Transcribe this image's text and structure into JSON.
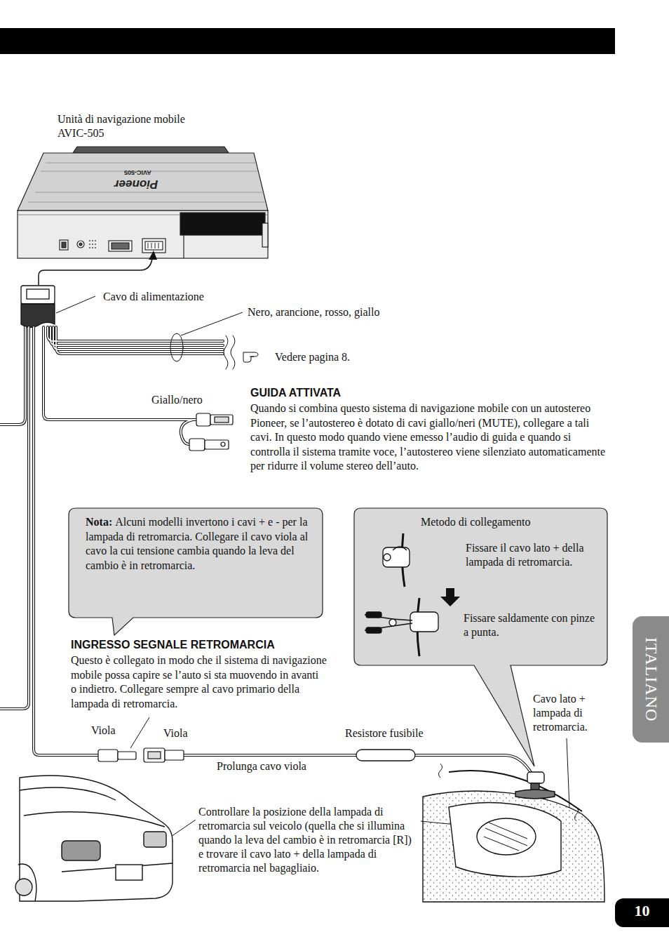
{
  "diagram": {
    "nodes": [
      {
        "text": [
          "Nota:",
          "Alcuni modelli invertono i cavi + e - per la lampada di retromarcia. Collegare il cavo viola al cavo la cui tensione cambia quando la leva del cambio è in retromarcia."
        ]
      },
      {
        "text": [
          "Metodo di collegamento",
          "Fissare il cavo lato + della lampada di retromarcia.",
          "Fissare saldamente con pinze a punta."
        ]
      },
      {
        "text": [
          "ITALIANO"
        ]
      },
      {
        "text": [
          "10"
        ]
      }
    ],
    "labels": [
      "Unità di navigazione mobile AVIC-505",
      "Pioneer",
      "AVIC-505",
      "Cavo di alimentazione",
      "Nero, arancione, rosso, giallo",
      "Vedere pagina 8.",
      "Giallo/nero",
      "GUIDA ATTIVATA",
      "Quando si combina questo sistema di navigazione mobile con un autostereo Pioneer, se l’autostereo è dotato di cavi giallo/neri (MUTE), collegare a tali cavi. In questo modo quando viene emesso l’audio di guida e quando si controlla il sistema tramite voce, l’autostereo viene silenziato automaticamente per ridurre il volume stereo dell’auto.",
      "INGRESSO SEGNALE RETROMARCIA",
      "Questo è collegato in modo che il sistema di navigazione mobile possa capire se l’auto si sta muovendo in avanti o indietro. Collegare sempre al cavo primario della lampada di retromarcia.",
      "Cavo lato + lampada di retromarcia.",
      "Viola",
      "Viola",
      "Resistore fusibile",
      "Prolunga cavo viola",
      "Controllare la posizione della lampada di retromarcia sul veicolo (quella che si illumina quando la leva del cambio è in retromarcia [R]) e trovare il cavo lato + della lampada di retromarcia nel bagagliaio."
    ]
  }
}
